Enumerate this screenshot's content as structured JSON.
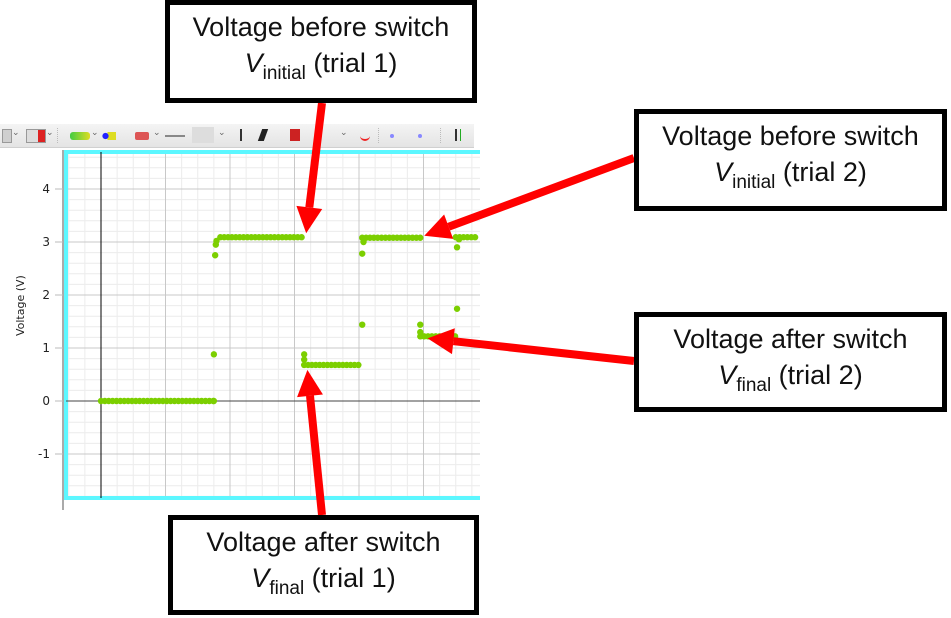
{
  "toolbar": {
    "icons": [
      "chart-type-icon",
      "color-fill-icon",
      "series-color-icon",
      "marker-style-icon",
      "line-style-icon",
      "scatter-icon",
      "text-tool-icon",
      "pen-icon",
      "line-icon",
      "annotation-icon",
      "arrow-icon",
      "curve-icon",
      "point-marker-icon",
      "point-marker-icon-2",
      "axis-icon"
    ]
  },
  "chart_data": {
    "type": "scatter",
    "title": "",
    "xlabel": "",
    "ylabel": "Voltage (V)",
    "ylim": [
      -1.8,
      4.8
    ],
    "xlim": [
      -0.55,
      5.8
    ],
    "yticks": [
      4,
      3,
      2,
      1,
      0,
      -1
    ],
    "ytick_labels": [
      "4",
      "3",
      "2",
      "1",
      "0",
      "-1"
    ],
    "grid": true,
    "marker_color": "#7ccf00",
    "series": [
      {
        "name": "Voltage",
        "segments": [
          {
            "x_start": 0.0,
            "x_end": 1.75,
            "y": 0.0
          },
          {
            "x_start": 1.85,
            "x_end": 3.15,
            "y": 3.09
          },
          {
            "x_start": 3.15,
            "x_end": 4.0,
            "y": 0.68
          },
          {
            "x_start": 4.05,
            "x_end": 4.95,
            "y": 3.08
          },
          {
            "x_start": 4.95,
            "x_end": 5.5,
            "y": 1.22
          },
          {
            "x_start": 5.5,
            "x_end": 5.8,
            "y": 3.09
          }
        ],
        "points": [
          {
            "x": 1.75,
            "y": 0.0
          },
          {
            "x": 1.75,
            "y": 0.88
          },
          {
            "x": 1.77,
            "y": 2.75
          },
          {
            "x": 1.78,
            "y": 2.95
          },
          {
            "x": 1.79,
            "y": 3.02
          },
          {
            "x": 3.15,
            "y": 0.88
          },
          {
            "x": 3.15,
            "y": 0.78
          },
          {
            "x": 4.05,
            "y": 1.44
          },
          {
            "x": 4.05,
            "y": 2.78
          },
          {
            "x": 4.07,
            "y": 3.0
          },
          {
            "x": 4.95,
            "y": 1.44
          },
          {
            "x": 4.95,
            "y": 1.3
          },
          {
            "x": 5.52,
            "y": 1.74
          },
          {
            "x": 5.52,
            "y": 2.9
          },
          {
            "x": 5.55,
            "y": 3.05
          }
        ]
      }
    ],
    "annotations": [
      {
        "id": "vinit1",
        "line1": "Voltage before switch",
        "symbol": "V",
        "subscript": "initial",
        "suffix": " (trial 1)",
        "target": {
          "x": 3.15,
          "y": 3.09
        }
      },
      {
        "id": "vinit2",
        "line1": "Voltage before switch",
        "symbol": "V",
        "subscript": "initial",
        "suffix": " (trial 2)",
        "target": {
          "x": 4.95,
          "y": 3.08
        }
      },
      {
        "id": "vfinal2",
        "line1": "Voltage after switch",
        "symbol": "V",
        "subscript": "final",
        "suffix": " (trial 2)",
        "target": {
          "x": 4.97,
          "y": 1.22
        }
      },
      {
        "id": "vfinal1",
        "line1": "Voltage after switch",
        "symbol": "V",
        "subscript": "final",
        "suffix": " (trial 1)",
        "target": {
          "x": 3.2,
          "y": 0.7
        }
      }
    ]
  },
  "colors": {
    "plot_border": "#5cf7ff",
    "arrow": "#ff0000",
    "grid_major": "#c8c8c8",
    "grid_minor": "#ececec",
    "axis": "#000000"
  }
}
